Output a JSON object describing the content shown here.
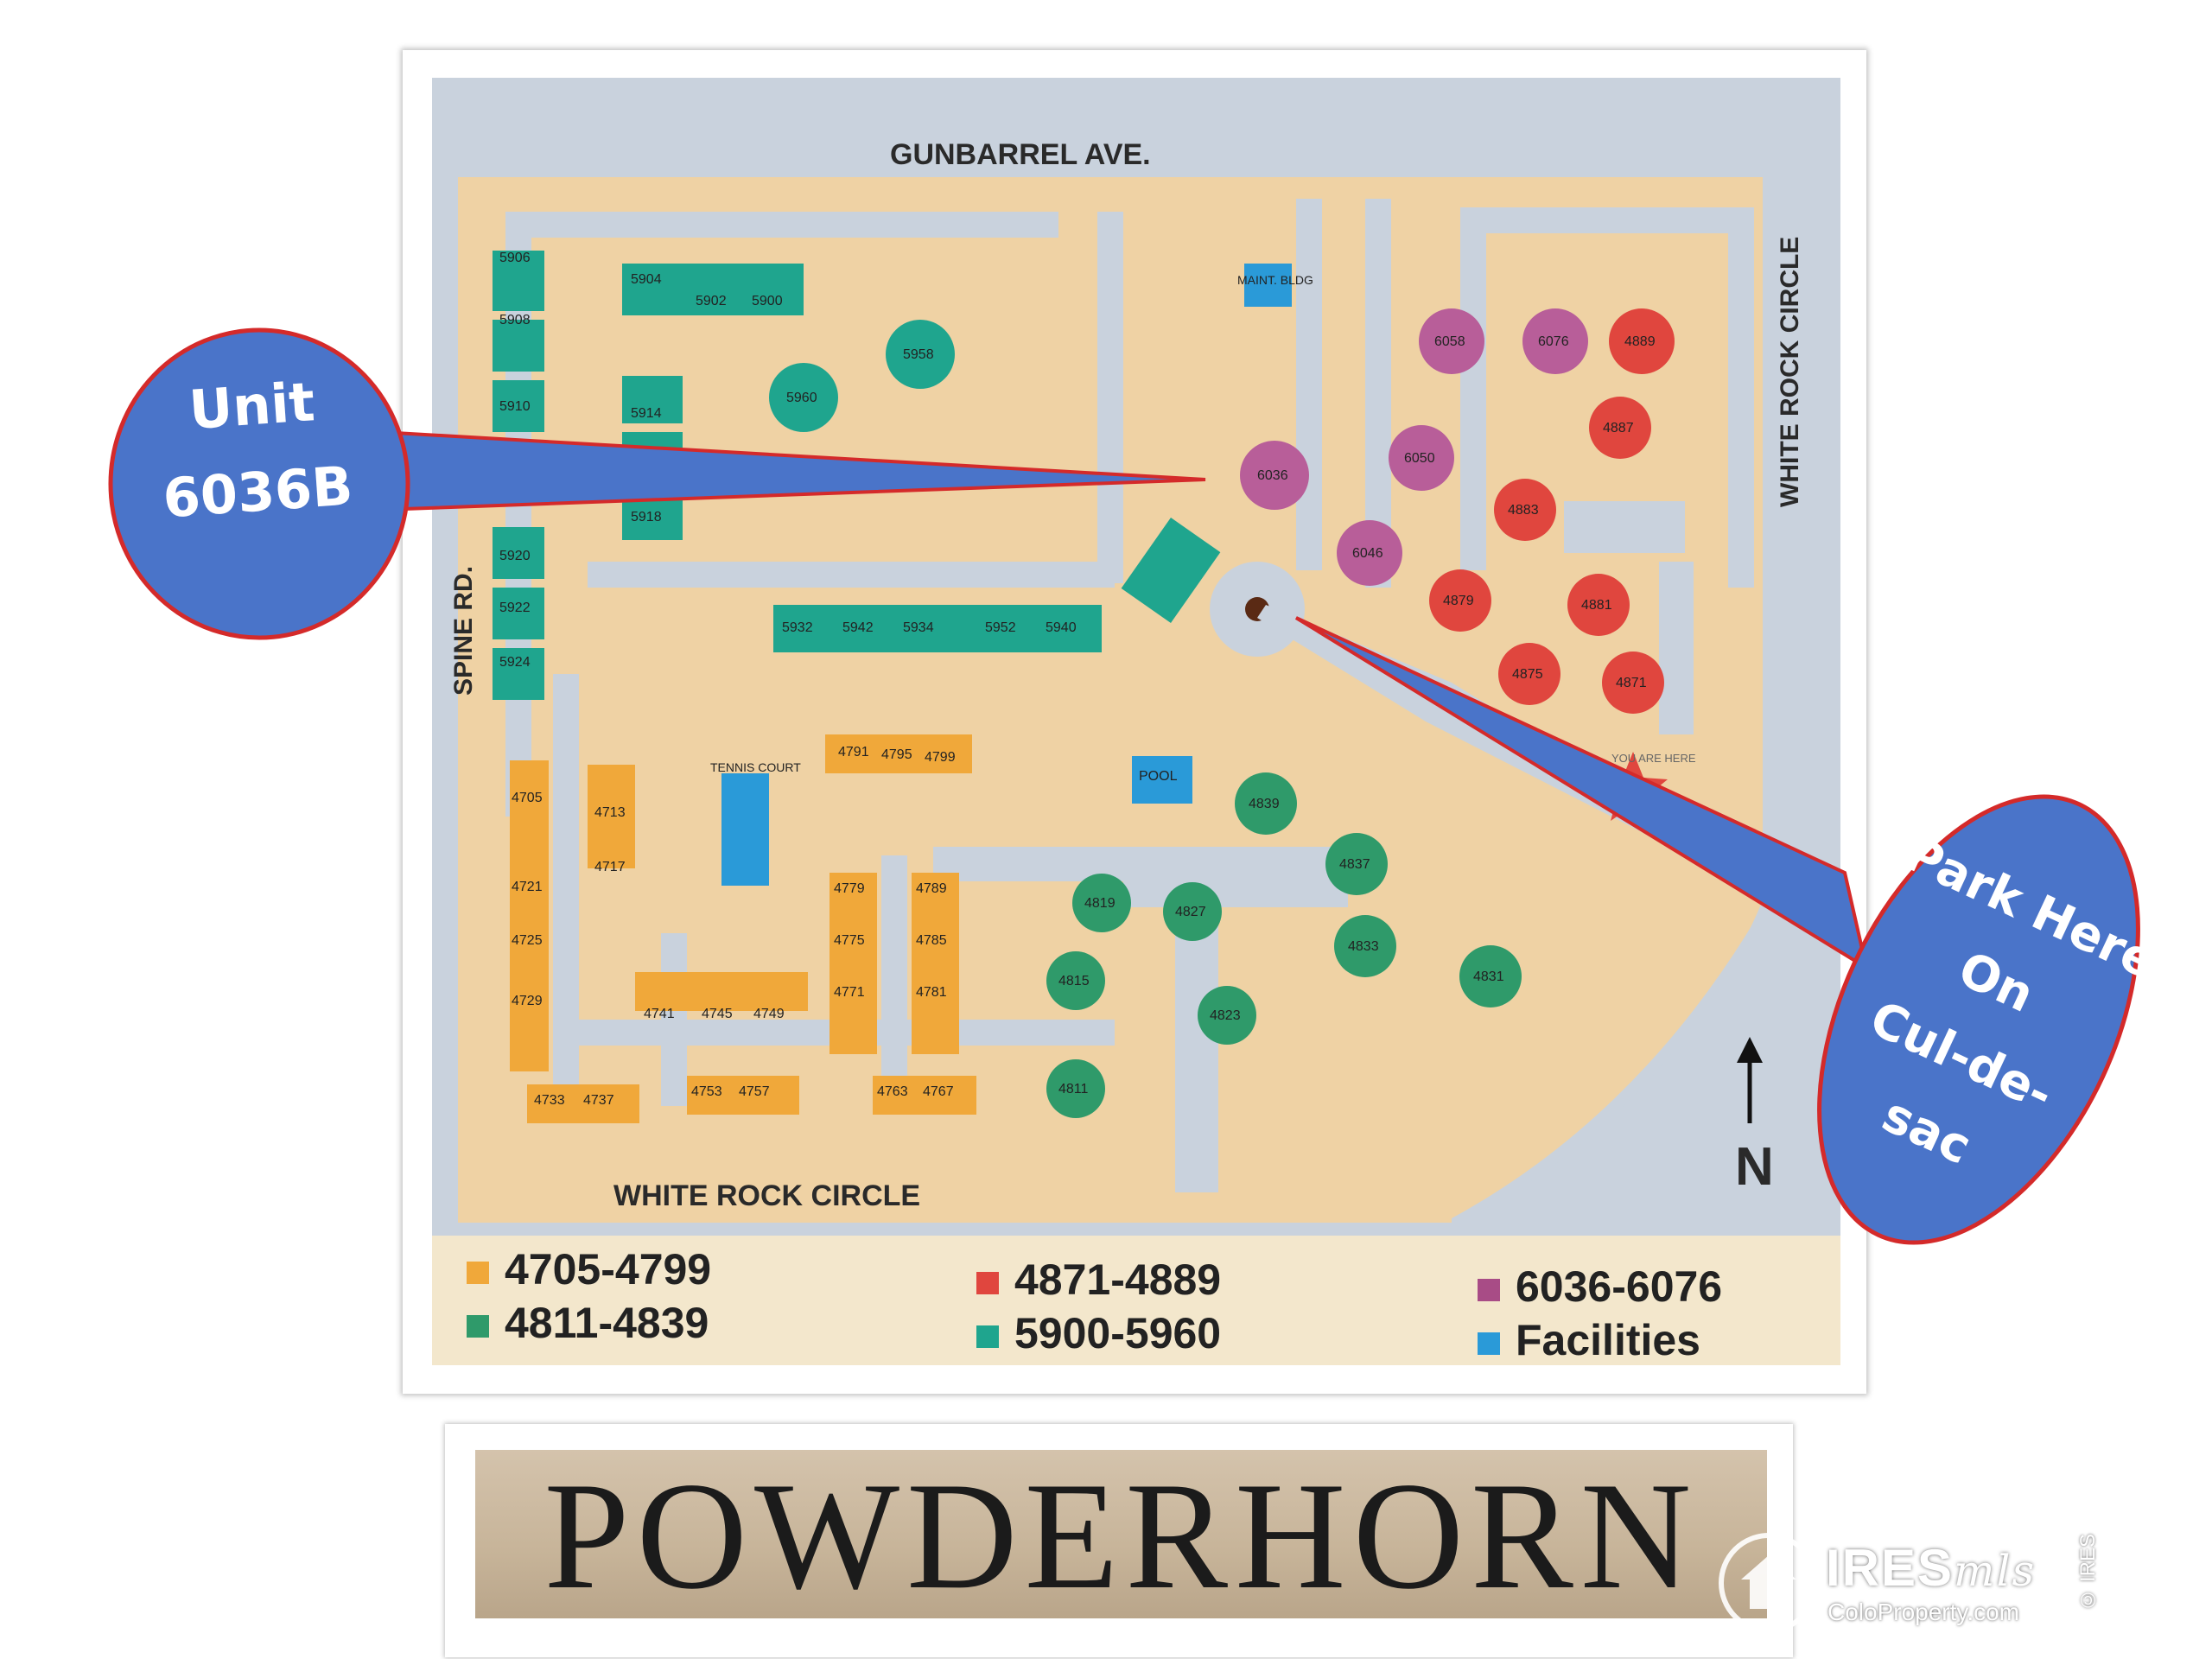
{
  "streets": {
    "north": "GUNBARREL AVE.",
    "east": "WHITE ROCK CIRCLE",
    "south": "WHITE ROCK CIRCLE",
    "west": "SPINE RD."
  },
  "facilities": {
    "maint": "MAINT. BLDG",
    "tennis": "TENNIS COURT",
    "pool": "POOL",
    "you_are_here": "YOU ARE HERE"
  },
  "compass": "N",
  "units": {
    "u5906": "5906",
    "u5908": "5908",
    "u5910": "5910",
    "u5920": "5920",
    "u5922": "5922",
    "u5924": "5924",
    "u5904": "5904",
    "u5902": "5902",
    "u5900": "5900",
    "u5914": "5914",
    "u5918": "5918",
    "u5960": "5960",
    "u5958": "5958",
    "u5932": "5932",
    "u5942": "5942",
    "u5934": "5934",
    "u5952": "5952",
    "u5940": "5940",
    "u6036": "6036",
    "u6046": "6046",
    "u6050": "6050",
    "u6058": "6058",
    "u6076": "6076",
    "u4889": "4889",
    "u4887": "4887",
    "u4883": "4883",
    "u4879": "4879",
    "u4881": "4881",
    "u4875": "4875",
    "u4871": "4871",
    "u4791": "4791",
    "u4795": "4795",
    "u4799": "4799",
    "u4705": "4705",
    "u4713": "4713",
    "u4717": "4717",
    "u4721": "4721",
    "u4725": "4725",
    "u4729": "4729",
    "u4779": "4779",
    "u4775": "4775",
    "u4771": "4771",
    "u4789": "4789",
    "u4785": "4785",
    "u4781": "4781",
    "u4741": "4741",
    "u4745": "4745",
    "u4749": "4749",
    "u4733": "4733",
    "u4737": "4737",
    "u4753": "4753",
    "u4757": "4757",
    "u4763": "4763",
    "u4767": "4767",
    "u4839": "4839",
    "u4837": "4837",
    "u4833": "4833",
    "u4831": "4831",
    "u4819": "4819",
    "u4827": "4827",
    "u4815": "4815",
    "u4823": "4823",
    "u4811": "4811"
  },
  "legend": [
    {
      "label": "4705-4799",
      "color": "#f0a83a"
    },
    {
      "label": "4811-4839",
      "color": "#2f9a6a"
    },
    {
      "label": "4871-4889",
      "color": "#e0463e"
    },
    {
      "label": "5900-5960",
      "color": "#1fa58e"
    },
    {
      "label": "6036-6076",
      "color": "#a84c86"
    },
    {
      "label": "Facilities",
      "color": "#2a9ad8"
    }
  ],
  "callouts": {
    "unit": {
      "line1": "Unit",
      "line2": "6036B"
    },
    "park": {
      "line1": "Park Here",
      "line2": "On",
      "line3": "Cul-de-",
      "line4": "sac"
    }
  },
  "sign": "POWDERHORN",
  "watermark": {
    "title": "IRES",
    "script": "mls",
    "sub": "ColoProperty.com",
    "copy": "© IRES"
  },
  "colors": {
    "callout_fill": "#4a74c9",
    "callout_stroke": "#d42a2a",
    "ground": "#efd2a4",
    "road": "#c9d2dd"
  }
}
